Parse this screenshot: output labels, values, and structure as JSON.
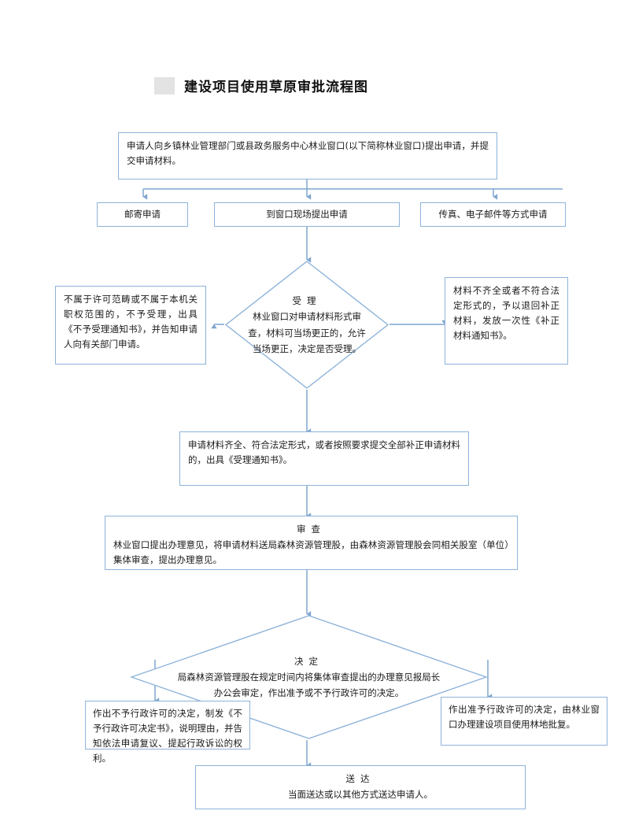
{
  "document": {
    "title": "建设项目使用草原审批流程图",
    "marker": "gray-square-bullet"
  },
  "theme": {
    "border": "#8db3d9",
    "line": "#7fa6ce",
    "background": "#ffffff",
    "text": "#1b1b1b",
    "title_marker": "#e3e3e3"
  },
  "flow": {
    "apply": {
      "text": "申请人向乡镇林业管理部门或县政务服务中心林业窗口(以下简称林业窗口)提出申请，并提交申请材料。"
    },
    "channels": [
      {
        "label": "邮寄申请"
      },
      {
        "label": "到窗口现场提出申请"
      },
      {
        "label": "传真、电子邮件等方式申请"
      }
    ],
    "accept": {
      "heading": "受理",
      "body": "林业窗口对申请材料形式审查，材料可当场更正的，允许当场更正，决定是否受理。"
    },
    "reject_left": {
      "text": "不属于许可范畴或不属于本机关职权范围的，不予受理，出具《不予受理通知书》，并告知申请人向有关部门申请。"
    },
    "supplement_right": {
      "text": "材料不齐全或者不符合法定形式的，予以退回补正材料，发放一次性《补正材料通知书》。"
    },
    "accepted_notice": {
      "text": "申请材料齐全、符合法定形式，或者按照要求提交全部补正申请材料的，出具《受理通知书》。"
    },
    "review": {
      "heading": "审查",
      "body": "林业窗口提出办理意见，将申请材料送局森林资源管理股，由森林资源管理股会同相关股室（单位）集体审查，提出办理意见。"
    },
    "decide": {
      "heading": "决定",
      "body": "局森林资源管理股在规定时间内将集体审查提出的办理意见报局长办公会审定，作出准予或不予行政许可的决定。"
    },
    "decision_no": {
      "text": "作出不予行政许可的决定，制发《不予行政许可决定书》，说明理由，并告知依法申请复议、提起行政诉讼的权利。"
    },
    "decision_yes": {
      "text": "作出准予行政许可的决定，由林业窗口办理建设项目使用林地批复。"
    },
    "deliver": {
      "heading": "送达",
      "body": "当面送达或以其他方式送达申请人。"
    }
  }
}
